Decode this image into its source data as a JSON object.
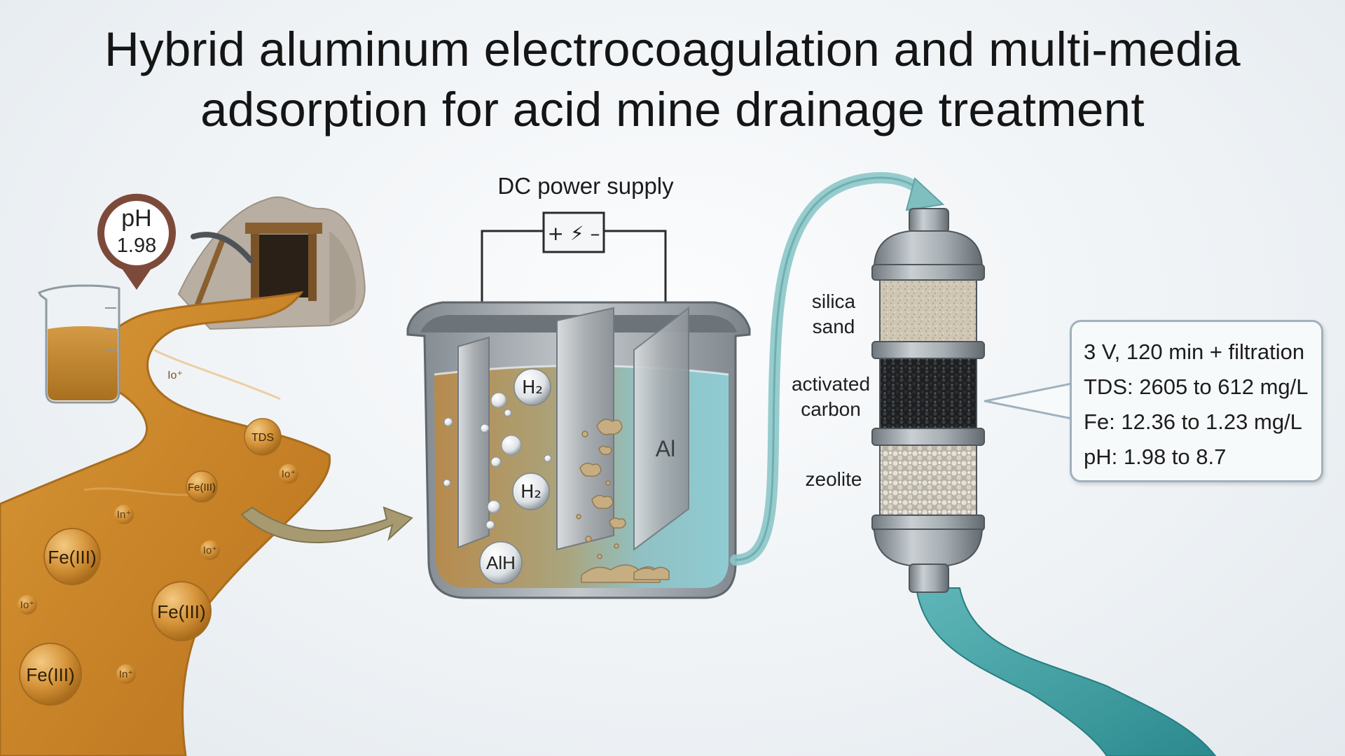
{
  "title": {
    "line1": "Hybrid aluminum electrocoagulation and multi-media",
    "line2": "adsorption for acid mine drainage treatment"
  },
  "ph_marker": {
    "label": "pH",
    "value": "1.98"
  },
  "river_labels": {
    "tds": "TDS",
    "fe_small": "Fe(III)",
    "ion": "Io⁺",
    "in": "In⁺",
    "fe_large": "Fe(III)"
  },
  "power_supply": {
    "label": "DC power supply",
    "symbol": "+ ⚡ –"
  },
  "reactor": {
    "gas": "H₂",
    "coagulant": "AlH",
    "electrode": "Al"
  },
  "filter": {
    "layer1": [
      "silica",
      "sand"
    ],
    "layer2": [
      "activated",
      "carbon"
    ],
    "layer3": [
      "zeolite"
    ]
  },
  "summary": {
    "line1": "3 V, 120 min + filtration",
    "line2": "TDS: 2605 to 612 mg/L",
    "line3": "Fe: 12.36 to 1.23 mg/L",
    "line4": "pH: 1.98 to 8.7"
  },
  "colors": {
    "drainage": "#c98a2e",
    "treated_water": "#3f9ea0",
    "electrode": "#a7acb0",
    "steel": "#8e969c"
  }
}
